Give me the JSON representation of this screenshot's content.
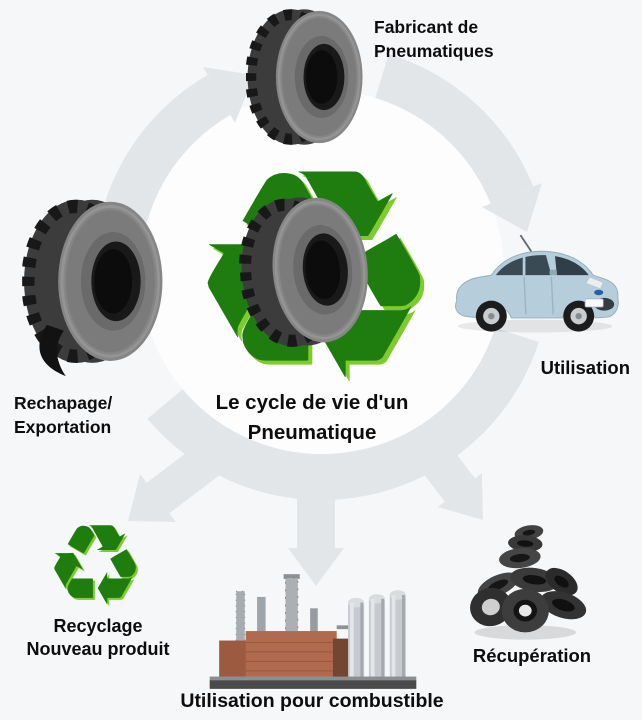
{
  "title": {
    "line1": "Le cycle de vie d'un",
    "line2": "Pneumatique"
  },
  "nodes": {
    "manufacturer": {
      "line1": "Fabricant de",
      "line2": "Pneumatiques"
    },
    "usage": {
      "label": "Utilisation"
    },
    "retreading": {
      "line1": "Rechapage/",
      "line2": "Exportation"
    },
    "recycling": {
      "line1": "Recyclage",
      "line2": "Nouveau produit"
    },
    "fuel": {
      "label": "Utilisation pour combustible"
    },
    "recovery": {
      "label": "Récupération"
    }
  },
  "icons": {
    "recycle_symbol": "♻"
  },
  "colors": {
    "background": "#f6f7f9",
    "cycle_arrow_gray": "#e3e6e9",
    "inner_circle_white": "#fdfdfe",
    "recycle_green_dark": "#1f7d10",
    "recycle_green_light": "#7fcb2d",
    "tire_gray": "#868686",
    "car_blue": "#b6cddb",
    "factory_brick": "#b06a4e",
    "label_text": "#0d0d0d"
  }
}
